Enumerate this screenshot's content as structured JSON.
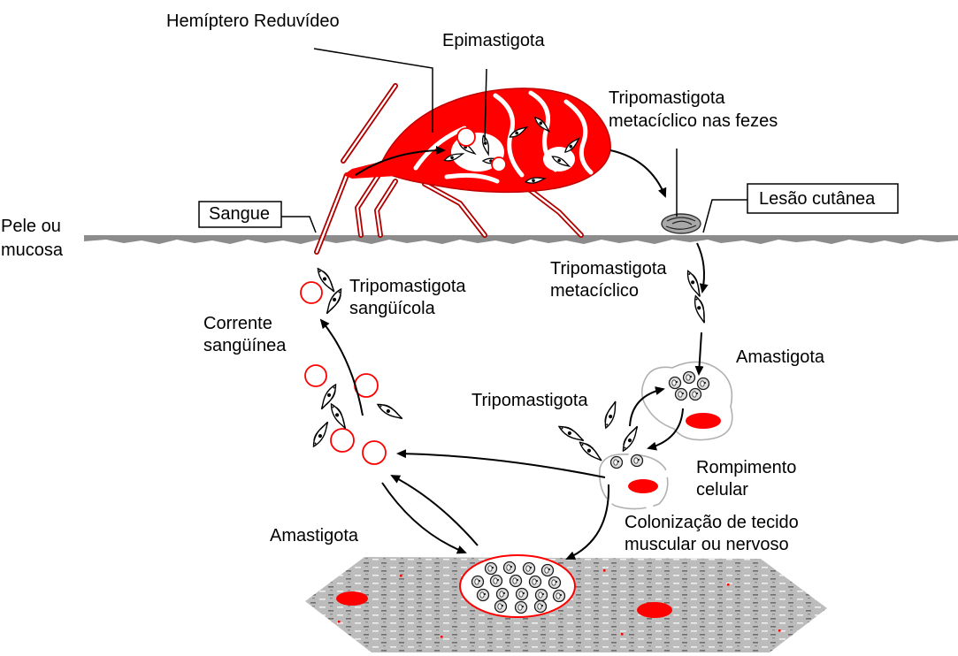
{
  "diagram": {
    "labels": {
      "vector": "Hemíptero Reduvídeo",
      "epimastigote": "Epimastigota",
      "feces_trypomastigote": [
        "Tripomastigota",
        "metacíclico nas fezes"
      ],
      "skin_lesion": "Lesão cutânea",
      "blood": "Sangue",
      "skin": [
        "Pele ou",
        "mucosa"
      ],
      "metacyclic_trypomastigote": [
        "Tripomastigota",
        "metacíclico"
      ],
      "blood_trypomastigote": [
        "Tripomastigota",
        "sangüícola"
      ],
      "bloodstream": [
        "Corrente",
        "sangüínea"
      ],
      "cell_amastigote": "Amastigota",
      "released_trypomastigote": "Tripomastigota",
      "cell_rupture": [
        "Rompimento",
        "celular"
      ],
      "tissue_colonization": [
        "Colonização de tecido",
        "muscular ou nervoso"
      ],
      "tissue_amastigote": "Amastigota"
    },
    "colors": {
      "vector_red": "#ff0000",
      "vector_dark_red": "#b00000",
      "blood_cell_red": "#ff0000",
      "nucleus_red": "#ff0000",
      "skin_gray": "#8c8c8c",
      "tissue_gray": "#bcbcbc"
    }
  }
}
